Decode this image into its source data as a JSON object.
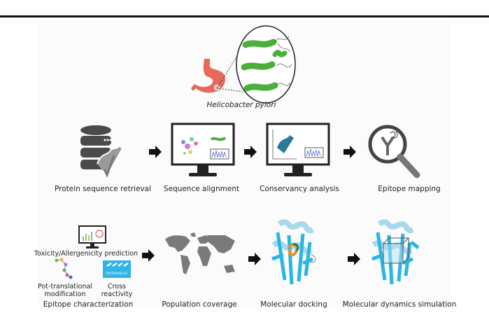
{
  "figure": {
    "organism_label": "Helicobacter pylori",
    "row1": [
      {
        "label": "Protein sequence retrieval",
        "icon": "database-icon"
      },
      {
        "label": "Sequence alignment",
        "icon": "monitor-alignment-icon"
      },
      {
        "label": "Conservancy analysis",
        "icon": "monitor-conservancy-icon"
      },
      {
        "label": "Epitope mapping",
        "icon": "magnifier-antibody-icon"
      }
    ],
    "row2": [
      {
        "label": "Epitope characterization",
        "sub": {
          "toxicity": "Toxicity/Allergenicity prediction",
          "ptm_line1": "Pot-translational",
          "ptm_line2": "modification",
          "cross_line1": "Cross",
          "cross_line2": "reactivity",
          "blast_text": "PROTEIN BLAST"
        },
        "icon": "characterization-icon"
      },
      {
        "label": "Population coverage",
        "icon": "world-map-icon"
      },
      {
        "label": "Molecular docking",
        "icon": "protein-docking-icon"
      },
      {
        "label": "Molecular dynamics simulation",
        "icon": "protein-md-icon"
      }
    ]
  },
  "colors": {
    "icon_gray": "#4a4a4a",
    "bacteria_green": "#4caf3a",
    "stomach_red": "#e8685a",
    "protein_blue": "#29b6e3",
    "ligand_orange": "#e2922a",
    "panel_bg": "#fbfbfb"
  }
}
